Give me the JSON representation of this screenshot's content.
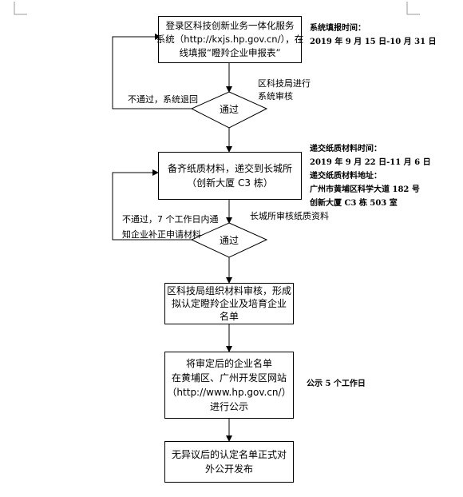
{
  "flow": {
    "step1": {
      "line1": "登录区科技创新业务一体化服务",
      "line2": "系统（http://kxjs.hp.gov.cn/），在",
      "line3": "线填报“瞪羚企业申报表”"
    },
    "review1_label": {
      "line1": "区科技局进行",
      "line2": "系统审核"
    },
    "decision1": "通过",
    "fail1": "不通过，系统退回",
    "step2": {
      "line1": "备齐纸质材料，递交到长城所",
      "line2": "（创新大厦 C3 栋）"
    },
    "review2_label": "长城所审核纸质资料",
    "decision2": "通过",
    "fail2": {
      "line1": "不通过，7 个工作日内通",
      "line2": "知企业补正申请材料"
    },
    "step3": {
      "line1": "区科技局组织材料审核，形成",
      "line2": "拟认定瞪羚企业及培育企业",
      "line3": "名单"
    },
    "step4": {
      "line1": "将审定后的企业名单",
      "line2": "在黄埔区、广州开发区网站",
      "line3": "（http://www.hp.gov.cn/）",
      "line4": "进行公示"
    },
    "step5": {
      "line1": "无异议后的认定名单正式对",
      "line2": "外公开发布"
    }
  },
  "notes": {
    "system_time_title": "系统填报时间：",
    "system_time_value": "2019 年 9 月 15 日-10 月 31 日",
    "paper_time_title": "递交纸质材料时间：",
    "paper_time_value": "2019 年 9 月 22 日-11 月 6 日",
    "paper_addr_title": "递交纸质材料地址：",
    "paper_addr_line1": "广州市黄埔区科学大道 182 号",
    "paper_addr_line2": "创新大厦 C3 栋 503 室",
    "publicity": "公示 5 个工作日"
  }
}
